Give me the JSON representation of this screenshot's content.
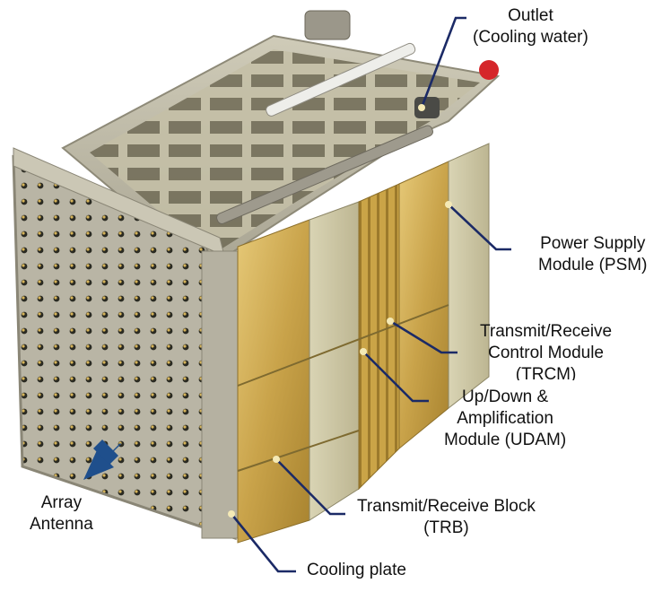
{
  "callouts": {
    "outlet": {
      "line1": "Outlet",
      "line2": "(Cooling water)"
    },
    "psm": {
      "line1": "Power Supply",
      "line2": "Module (PSM)"
    },
    "trcm": {
      "line1": "Transmit/Receive",
      "line2": "Control Module",
      "line3": "(TRCM)"
    },
    "udam": {
      "line1": "Up/Down &",
      "line2": "Amplification",
      "line3": "Module (UDAM)"
    },
    "trb": {
      "line1": "Transmit/Receive  Block",
      "line2": "(TRB)"
    },
    "array_antenna": {
      "line1": "Array",
      "line2": "Antenna"
    },
    "cooling_plate": {
      "line1": "Cooling plate"
    }
  },
  "colors": {
    "leader_line": "#1b2a66",
    "antenna_arrow": "#1f4f8c",
    "gold_block": "#c9a34a",
    "chassis": "#b8b5a6"
  },
  "icons": {
    "antenna_direction": "arrow-down-left-icon"
  }
}
